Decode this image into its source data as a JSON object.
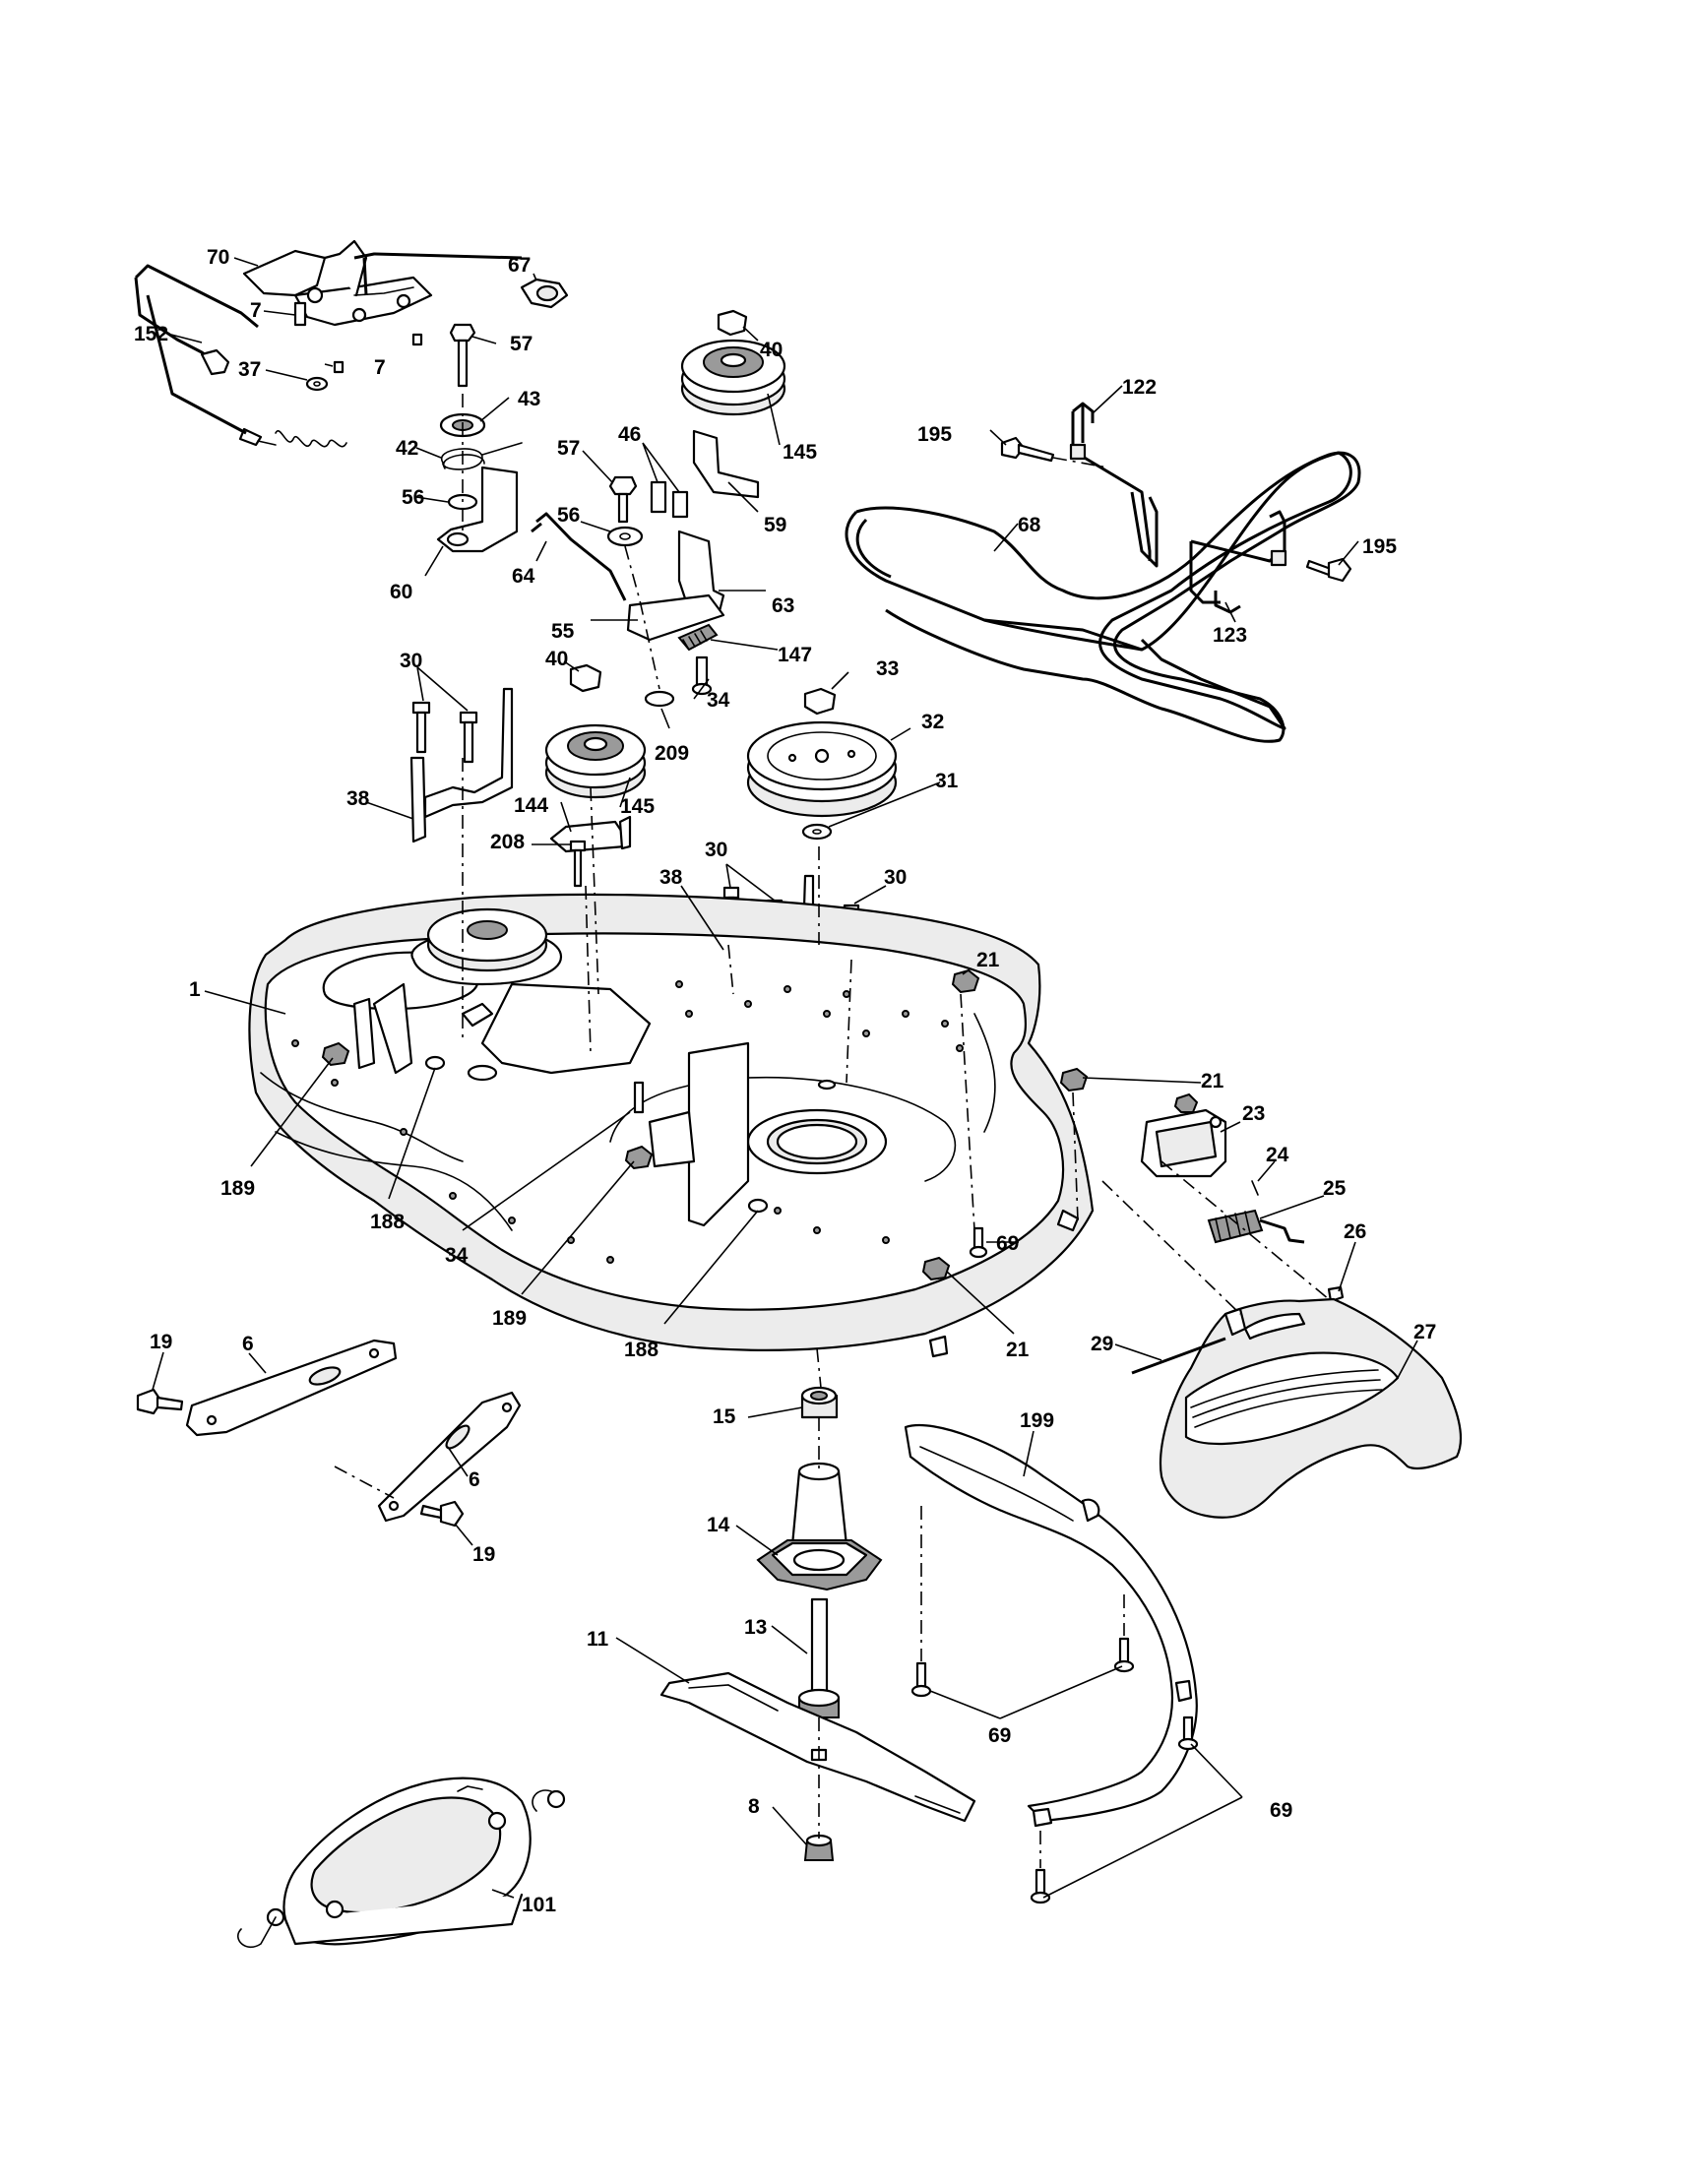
{
  "labels": [
    {
      "id": "l70",
      "text": "70"
    },
    {
      "id": "l67",
      "text": "67"
    },
    {
      "id": "l7a",
      "text": "7"
    },
    {
      "id": "l152",
      "text": "152"
    },
    {
      "id": "l37",
      "text": "37"
    },
    {
      "id": "l7b",
      "text": "7"
    },
    {
      "id": "l57a",
      "text": "57"
    },
    {
      "id": "l43",
      "text": "43"
    },
    {
      "id": "l42",
      "text": "42"
    },
    {
      "id": "l56a",
      "text": "56"
    },
    {
      "id": "l60",
      "text": "60"
    },
    {
      "id": "l40a",
      "text": "40"
    },
    {
      "id": "l145a",
      "text": "145"
    },
    {
      "id": "l46",
      "text": "46"
    },
    {
      "id": "l57b",
      "text": "57"
    },
    {
      "id": "l59",
      "text": "59"
    },
    {
      "id": "l56b",
      "text": "56"
    },
    {
      "id": "l64",
      "text": "64"
    },
    {
      "id": "l63",
      "text": "63"
    },
    {
      "id": "l55",
      "text": "55"
    },
    {
      "id": "l147",
      "text": "147"
    },
    {
      "id": "l34a",
      "text": "34"
    },
    {
      "id": "l209",
      "text": "209"
    },
    {
      "id": "l122",
      "text": "122"
    },
    {
      "id": "l195a",
      "text": "195"
    },
    {
      "id": "l68",
      "text": "68"
    },
    {
      "id": "l195b",
      "text": "195"
    },
    {
      "id": "l123",
      "text": "123"
    },
    {
      "id": "l30a",
      "text": "30"
    },
    {
      "id": "l40b",
      "text": "40"
    },
    {
      "id": "l33",
      "text": "33"
    },
    {
      "id": "l32",
      "text": "32"
    },
    {
      "id": "l38a",
      "text": "38"
    },
    {
      "id": "l144",
      "text": "144"
    },
    {
      "id": "l145b",
      "text": "145"
    },
    {
      "id": "l31",
      "text": "31"
    },
    {
      "id": "l208",
      "text": "208"
    },
    {
      "id": "l30b",
      "text": "30"
    },
    {
      "id": "l38b",
      "text": "38"
    },
    {
      "id": "l30c",
      "text": "30"
    },
    {
      "id": "l1",
      "text": "1"
    },
    {
      "id": "l21a",
      "text": "21"
    },
    {
      "id": "l21b",
      "text": "21"
    },
    {
      "id": "l23",
      "text": "23"
    },
    {
      "id": "l24",
      "text": "24"
    },
    {
      "id": "l25",
      "text": "25"
    },
    {
      "id": "l189a",
      "text": "189"
    },
    {
      "id": "l188a",
      "text": "188"
    },
    {
      "id": "l34b",
      "text": "34"
    },
    {
      "id": "l189b",
      "text": "189"
    },
    {
      "id": "l188b",
      "text": "188"
    },
    {
      "id": "l69a",
      "text": "69"
    },
    {
      "id": "l21c",
      "text": "21"
    },
    {
      "id": "l26",
      "text": "26"
    },
    {
      "id": "l19a",
      "text": "19"
    },
    {
      "id": "l6a",
      "text": "6"
    },
    {
      "id": "l27",
      "text": "27"
    },
    {
      "id": "l29",
      "text": "29"
    },
    {
      "id": "l15",
      "text": "15"
    },
    {
      "id": "l199",
      "text": "199"
    },
    {
      "id": "l6b",
      "text": "6"
    },
    {
      "id": "l19b",
      "text": "19"
    },
    {
      "id": "l14",
      "text": "14"
    },
    {
      "id": "l13",
      "text": "13"
    },
    {
      "id": "l11",
      "text": "11"
    },
    {
      "id": "l69b",
      "text": "69"
    },
    {
      "id": "l8",
      "text": "8"
    },
    {
      "id": "l69c",
      "text": "69"
    },
    {
      "id": "l101",
      "text": "101"
    }
  ]
}
